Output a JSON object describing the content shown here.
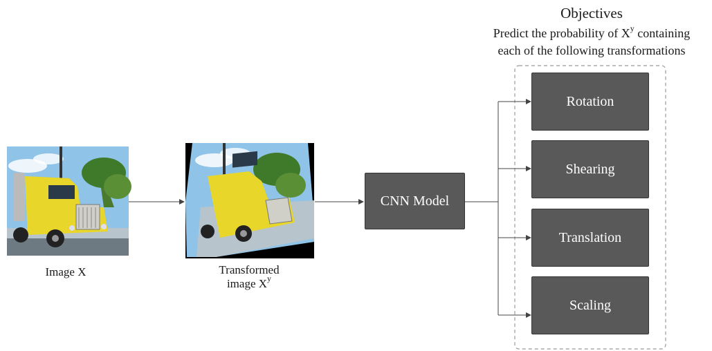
{
  "objectives": {
    "title": "Objectives",
    "line1_prefix": "Predict the probability of X",
    "line1_sup": "y",
    "line1_suffix": " containing",
    "line2": "each of the following transformations"
  },
  "input_image": {
    "caption": "Image X"
  },
  "transformed_image": {
    "caption_line1": "Transformed",
    "caption_line2_prefix": "image X",
    "caption_line2_sup": "y"
  },
  "model": {
    "label": "CNN Model"
  },
  "transformations": [
    "Rotation",
    "Shearing",
    "Translation",
    "Scaling"
  ],
  "colors": {
    "node_fill": "#595959",
    "arrow": "#444444",
    "dashed_border": "#999999",
    "truck": "#e8d62a",
    "sky": "#8fc3e8"
  }
}
